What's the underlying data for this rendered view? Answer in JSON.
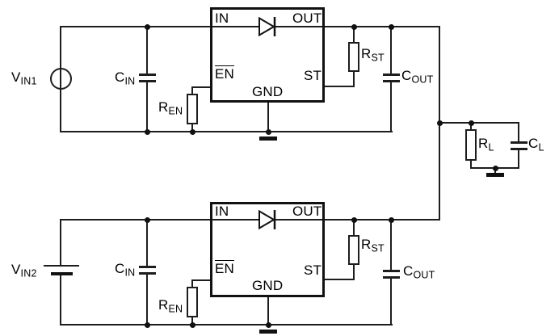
{
  "ic": {
    "pin_in": "IN",
    "pin_out": "OUT",
    "pin_en": "EN",
    "pin_st": "ST",
    "pin_gnd": "GND"
  },
  "labels": {
    "vin1": {
      "base": "V",
      "sub": "IN1"
    },
    "vin2": {
      "base": "V",
      "sub": "IN2"
    },
    "cin": {
      "base": "C",
      "sub": "IN"
    },
    "ren": {
      "base": "R",
      "sub": "EN"
    },
    "rst": {
      "base": "R",
      "sub": "ST"
    },
    "cout": {
      "base": "C",
      "sub": "OUT"
    },
    "rl": {
      "base": "R",
      "sub": "L"
    },
    "cl": {
      "base": "C",
      "sub": "L"
    }
  },
  "colors": {
    "line": "#1d1d1d",
    "text": "#000000",
    "background": "#ffffff"
  }
}
